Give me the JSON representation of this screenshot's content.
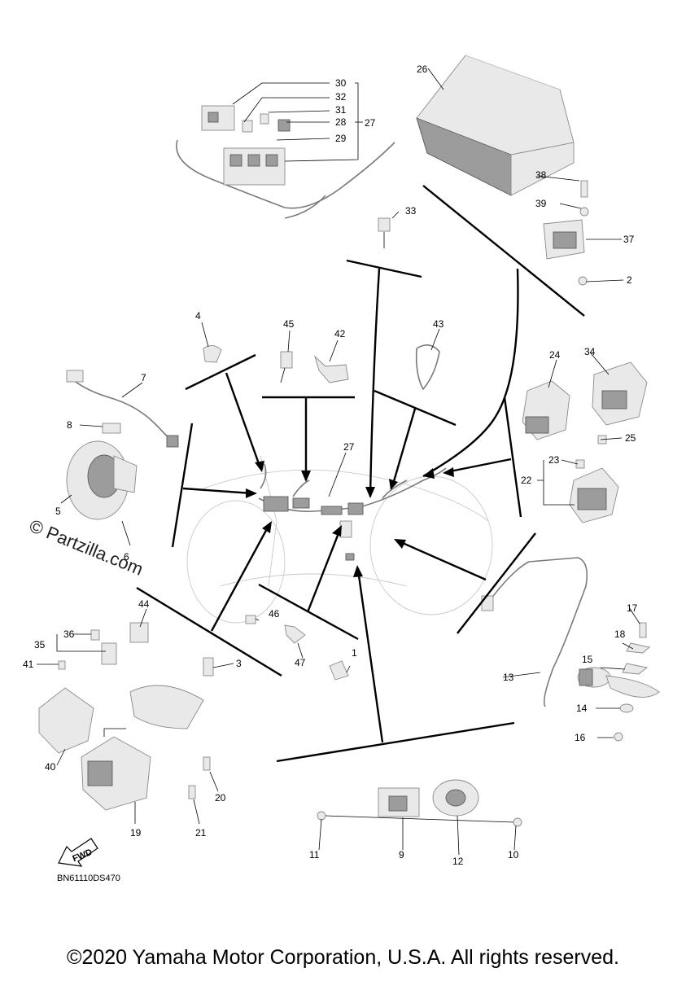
{
  "callouts": {
    "n1": "1",
    "n2": "2",
    "n3": "3",
    "n4": "4",
    "n5": "5",
    "n6": "6",
    "n7": "7",
    "n8": "8",
    "n9": "9",
    "n10": "10",
    "n11": "11",
    "n12": "12",
    "n13": "13",
    "n14": "14",
    "n15": "15",
    "n16": "16",
    "n17": "17",
    "n18": "18",
    "n19": "19",
    "n20": "20",
    "n21": "21",
    "n22": "22",
    "n23": "23",
    "n24": "24",
    "n25": "25",
    "n26": "26",
    "n27a": "27",
    "n27b": "27",
    "n28": "28",
    "n29": "29",
    "n30": "30",
    "n31": "31",
    "n32": "32",
    "n33": "33",
    "n34": "34",
    "n35": "35",
    "n36": "36",
    "n37": "37",
    "n38": "38",
    "n39": "39",
    "n40": "40",
    "n41": "41",
    "n42": "42",
    "n43": "43",
    "n44": "44",
    "n45": "45",
    "n46": "46",
    "n47": "47"
  },
  "diagram_code": "BN61110DS470",
  "fwd_label": "FWD",
  "watermark": "© Partzilla.com",
  "copyright": "©2020 Yamaha Motor Corporation, U.S.A. All rights reserved."
}
